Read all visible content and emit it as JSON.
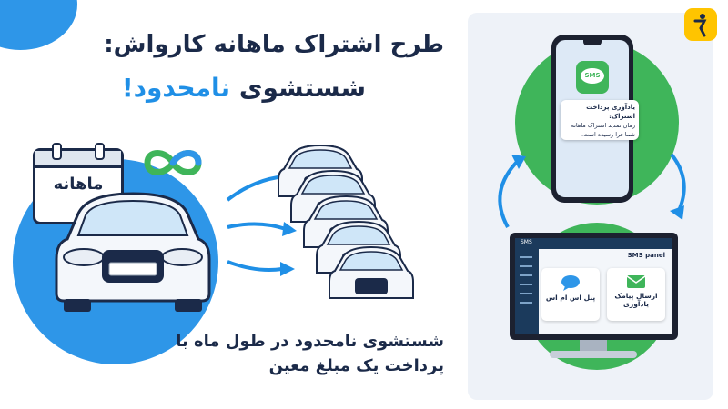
{
  "header": {
    "title_line1": "طرح اشتراک ماهانه کارواش:",
    "title_line2_prefix": "شستشوی",
    "title_line2_accent": "نامحدود!"
  },
  "calendar": {
    "label": "ماهانه"
  },
  "footer": {
    "line1": "شستشوی نامحدود در طول ماه با",
    "line2": "پرداخت یک مبلغ معین"
  },
  "phone": {
    "app_label": "SMS",
    "message_title": "یادآوری پرداخت اشتراک:",
    "message_line1": "زمان تمدید اشتراک ماهانه",
    "message_line2": "شما فرا رسیده است."
  },
  "monitor": {
    "topbar_label": "SMS",
    "panel_title": "SMS panel",
    "card_send_line1": "ارسال پیامک",
    "card_send_line2": "یادآوری",
    "card_panel_label": "پنل اس ام اس"
  },
  "colors": {
    "brand_blue": "#2e96e8",
    "accent_blue": "#1f8fe6",
    "green": "#3fb55a",
    "navy": "#1b2a49",
    "logo_yellow": "#ffc400"
  },
  "icons": [
    "calendar-icon",
    "infinity-icon",
    "car-icon",
    "arrow-icon",
    "sms-icon",
    "envelope-icon",
    "chat-icon",
    "logo-icon"
  ]
}
